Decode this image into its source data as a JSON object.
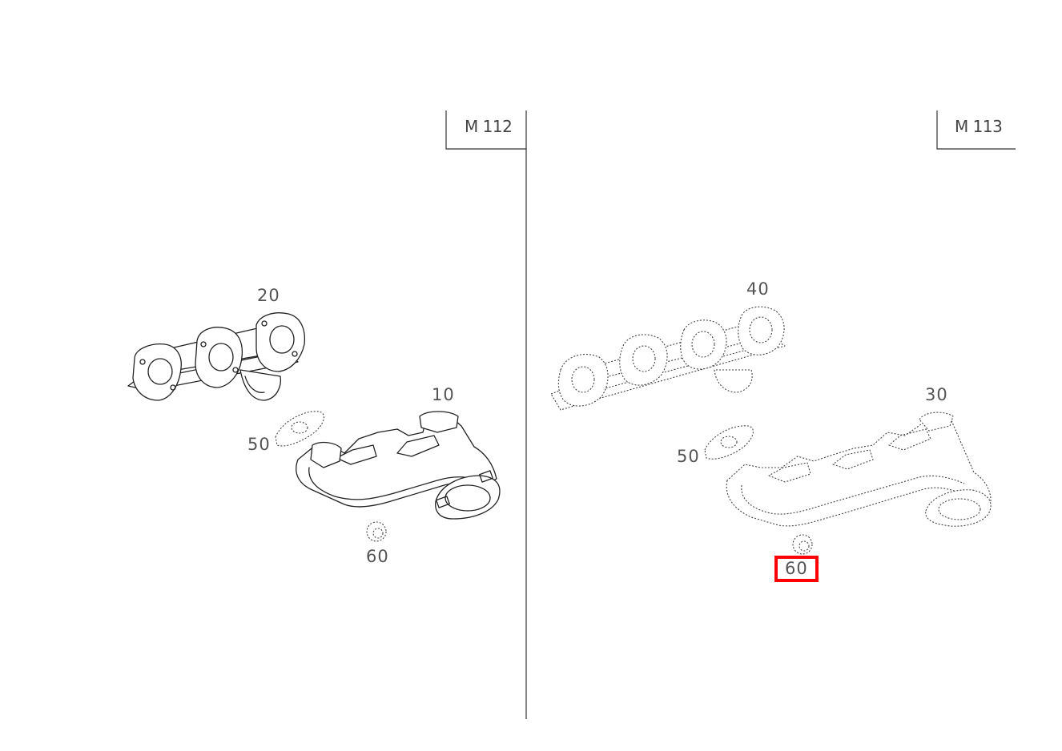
{
  "panels": {
    "left": {
      "engine": "M 112"
    },
    "right": {
      "engine": "M 113"
    }
  },
  "callouts": {
    "left": {
      "upper_manifold": "20",
      "lower_manifold": "10",
      "gasket": "50",
      "nut": "60"
    },
    "right": {
      "upper_manifold": "40",
      "lower_manifold": "30",
      "gasket": "50",
      "nut": "60"
    }
  },
  "highlight": {
    "callout": "60",
    "color": "#ff0000"
  }
}
